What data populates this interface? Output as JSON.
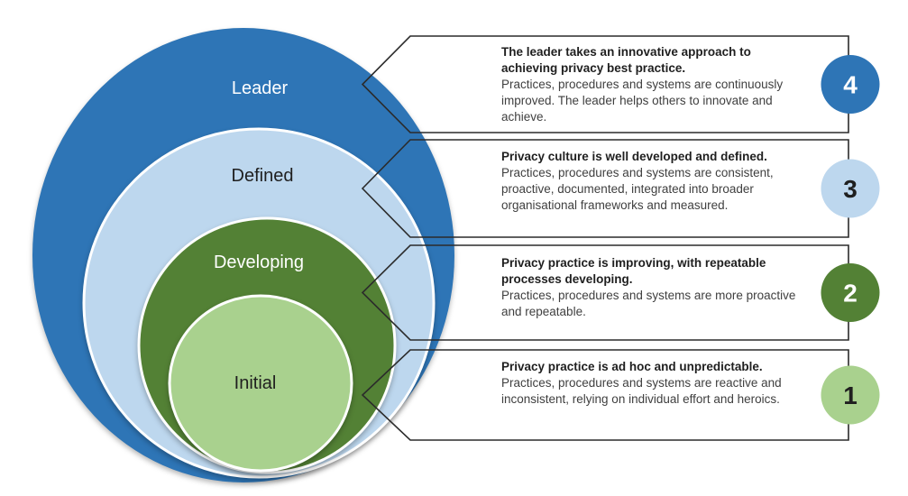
{
  "outline_color": "#2b2b2b",
  "rings": [
    {
      "label": "Leader",
      "fill": "#2E75B6",
      "label_color": "#FFFFFF"
    },
    {
      "label": "Defined",
      "fill": "#BDD7EE",
      "label_color": "#1F1F1F"
    },
    {
      "label": "Developing",
      "fill": "#538135",
      "label_color": "#FFFFFF"
    },
    {
      "label": "Initial",
      "fill": "#A9D18E",
      "label_color": "#1F1F1F"
    }
  ],
  "callouts": [
    {
      "level": "4",
      "title": "The leader takes an innovative approach to achieving privacy best practice.",
      "body": "Practices, procedures and systems are continuously improved. The leader helps others to innovate and achieve.",
      "badge_fill": "#2E75B6",
      "badge_text_color": "#FFFFFF"
    },
    {
      "level": "3",
      "title": "Privacy culture is well developed and defined.",
      "body": "Practices, procedures and systems are consistent, proactive, documented, integrated into broader organisational frameworks and measured.",
      "badge_fill": "#BDD7EE",
      "badge_text_color": "#1F1F1F"
    },
    {
      "level": "2",
      "title": "Privacy practice is improving, with repeatable processes developing.",
      "body": "Practices, procedures and systems are more proactive and repeatable.",
      "badge_fill": "#538135",
      "badge_text_color": "#FFFFFF"
    },
    {
      "level": "1",
      "title": "Privacy practice is ad hoc and unpredictable.",
      "body": "Practices, procedures and systems are reactive and inconsistent, relying on individual effort and heroics.",
      "badge_fill": "#A9D18E",
      "badge_text_color": "#1F1F1F"
    }
  ]
}
